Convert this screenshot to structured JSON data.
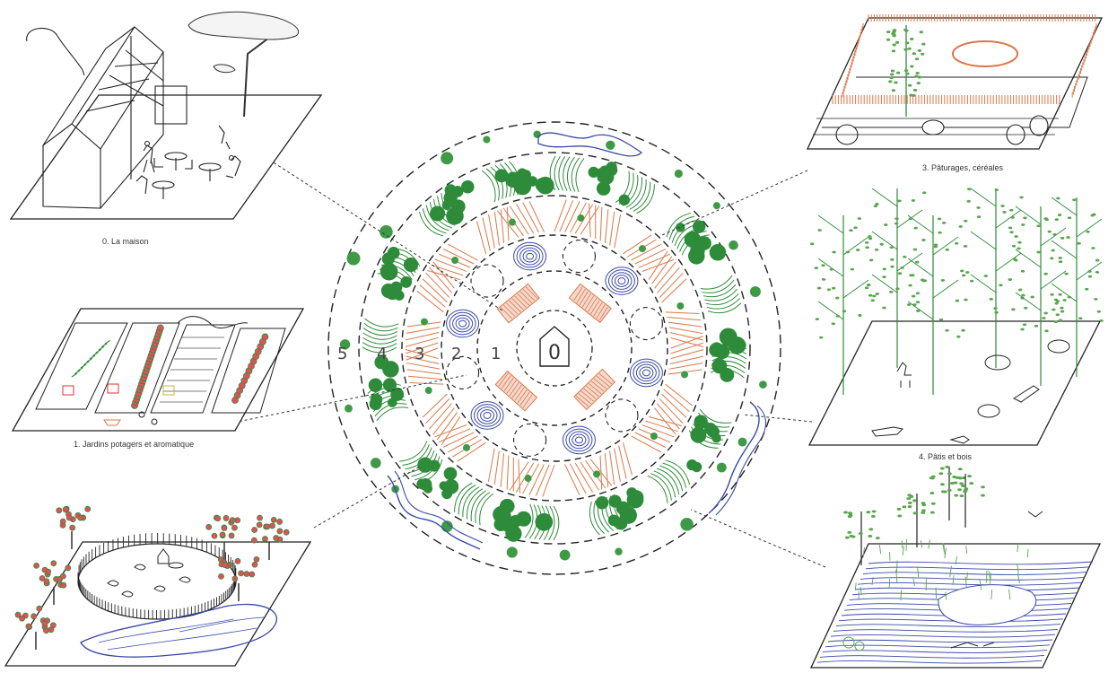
{
  "captions": {
    "house": "0. La maison",
    "gardens": "1. Jardins potagers et aromatique",
    "pastures": "3. Pâturages, céréales",
    "woods": "4. Pâtis et bois"
  },
  "ring_numbers": [
    "0",
    "1",
    "2",
    "3",
    "4",
    "5"
  ],
  "colors": {
    "ink": "#222222",
    "dark_green": "#2e8b3a",
    "mid_green": "#5aa64f",
    "light_green": "#8cc77a",
    "water_blue": "#3a4aa8",
    "crop_orange": "#d9784a",
    "flower_red": "#e0525a"
  },
  "icons": [
    "house-icon",
    "tree-icon",
    "water-icon",
    "animal-icon",
    "person-icon",
    "chicken-icon"
  ]
}
